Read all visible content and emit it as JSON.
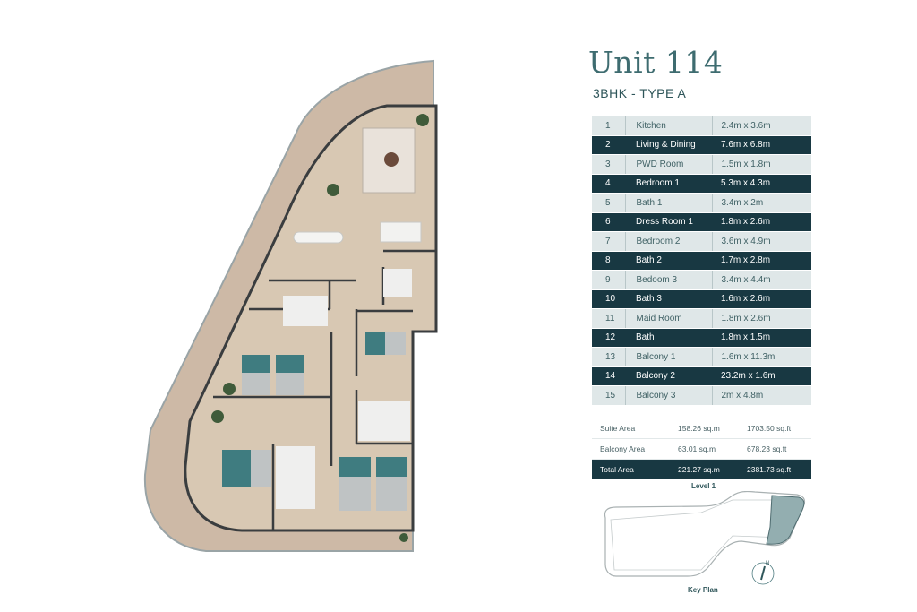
{
  "unit": {
    "title": "Unit 114",
    "subtitle": "3BHK - TYPE A"
  },
  "rooms": [
    {
      "num": "1",
      "name": "Kitchen",
      "dim": "2.4m x 3.6m"
    },
    {
      "num": "2",
      "name": "Living & Dining",
      "dim": "7.6m x 6.8m"
    },
    {
      "num": "3",
      "name": "PWD Room",
      "dim": "1.5m x 1.8m"
    },
    {
      "num": "4",
      "name": "Bedroom 1",
      "dim": "5.3m x 4.3m"
    },
    {
      "num": "5",
      "name": "Bath 1",
      "dim": "3.4m x 2m"
    },
    {
      "num": "6",
      "name": "Dress Room 1",
      "dim": "1.8m x 2.6m"
    },
    {
      "num": "7",
      "name": "Bedroom 2",
      "dim": "3.6m x 4.9m"
    },
    {
      "num": "8",
      "name": "Bath 2",
      "dim": "1.7m x 2.8m"
    },
    {
      "num": "9",
      "name": "Bedoom 3",
      "dim": "3.4m x 4.4m"
    },
    {
      "num": "10",
      "name": "Bath 3",
      "dim": "1.6m x 2.6m"
    },
    {
      "num": "11",
      "name": "Maid Room",
      "dim": "1.8m x 2.6m"
    },
    {
      "num": "12",
      "name": "Bath",
      "dim": "1.8m x 1.5m"
    },
    {
      "num": "13",
      "name": "Balcony 1",
      "dim": "1.6m x 11.3m"
    },
    {
      "num": "14",
      "name": "Balcony 2",
      "dim": "23.2m x 1.6m"
    },
    {
      "num": "15",
      "name": "Balcony 3",
      "dim": "2m x 4.8m"
    }
  ],
  "areas": [
    {
      "label": "Suite Area",
      "sqm": "158.26 sq.m",
      "sqft": "1703.50 sq.ft"
    },
    {
      "label": "Balcony Area",
      "sqm": "63.01 sq.m",
      "sqft": "678.23 sq.ft"
    },
    {
      "label": "Total Area",
      "sqm": "221.27 sq.m",
      "sqft": "2381.73 sq.ft"
    }
  ],
  "keyplan": {
    "level": "Level 1",
    "caption": "Key Plan",
    "north": "N"
  },
  "colors": {
    "accent": "#3e6c70",
    "dark_row": "#183842",
    "light_row": "#dfe7e8",
    "balcony": "#cdb9a6",
    "floor": "#d6c6b2",
    "bed": "#3f7c80",
    "highlight": "#93aeb0"
  }
}
